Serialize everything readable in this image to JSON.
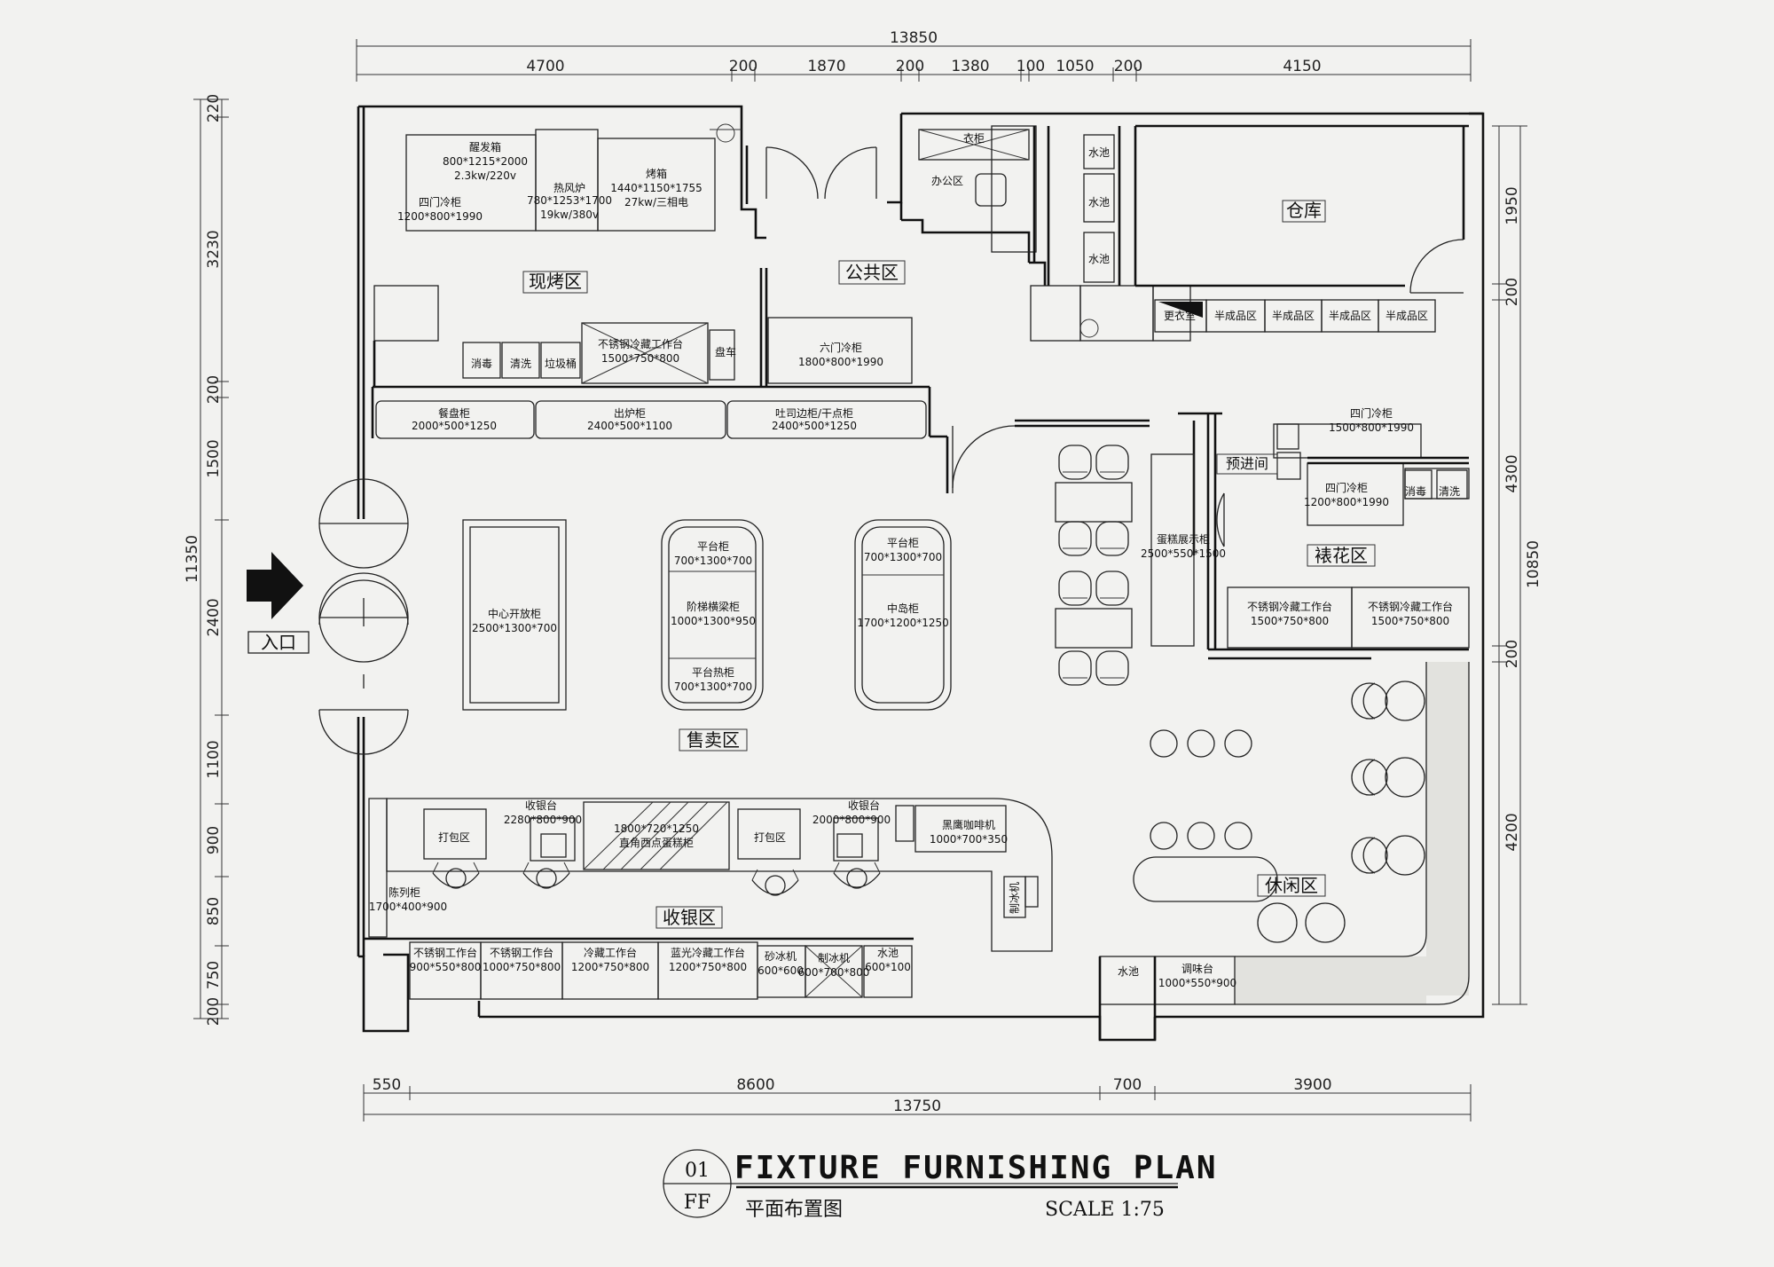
{
  "title": {
    "main": "FIXTURE FURNISHING PLAN",
    "sub": "平面布置图",
    "scale": "SCALE 1:75",
    "badge_top": "01",
    "badge_bottom": "FF"
  },
  "entrance": "入口",
  "zones": {
    "baking": "现烤区",
    "public": "公共区",
    "warehouse": "仓库",
    "sales": "售卖区",
    "cashier": "收银区",
    "decorating": "裱花区",
    "leisure": "休闲区",
    "prep_room": "预进间",
    "office": "办公区"
  },
  "dims_top": [
    "13850",
    "4700",
    "200",
    "1870",
    "200",
    "1380",
    "100",
    "1050",
    "200",
    "4150"
  ],
  "dims_bottom": [
    "550",
    "8600",
    "700",
    "3900",
    "13750"
  ],
  "dims_left": [
    "220",
    "3230",
    "200",
    "1500",
    "2400",
    "1100",
    "900",
    "850",
    "750",
    "200",
    "11350"
  ],
  "dims_right": [
    "1950",
    "200",
    "4300",
    "200",
    "4200",
    "10850"
  ],
  "fixtures": {
    "proofer": [
      "醒发箱",
      "800*1215*2000",
      "2.3kw/220v"
    ],
    "oven": [
      "烤箱",
      "1440*1150*1755",
      "27kw/三相电"
    ],
    "fridge4_baking": [
      "四门冷柜",
      "1200*800*1990"
    ],
    "convection": [
      "热风炉",
      "780*1253*1700",
      "19kw/380v"
    ],
    "disinfect_a": "消毒",
    "wash_a": "清洗",
    "trash": "垃圾桶",
    "ss_bench_baking": [
      "不锈钢冷藏工作台",
      "1500*750*800"
    ],
    "cart": "盘车",
    "fridge6": [
      "六门冷柜",
      "1800*800*1990"
    ],
    "tray_cabinet": [
      "餐盘柜",
      "2000*500*1250"
    ],
    "oven_out_cabinet": [
      "出炉柜",
      "2400*500*1100"
    ],
    "toast_cabinet": [
      "吐司边柜/干点柜",
      "2400*500*1250"
    ],
    "wardrobe": "衣柜",
    "sink1": "水池",
    "sink2": "水池",
    "sink3": "水池",
    "semi": [
      "半成品区",
      "半成品区",
      "半成品区",
      "半成品区"
    ],
    "fridge4_decor_a": [
      "四门冷柜",
      "1500*800*1990"
    ],
    "fridge4_decor_b": [
      "四门冷柜",
      "1200*800*1990"
    ],
    "disinfect_b": "消毒",
    "wash_b": "清洗",
    "cake_display": [
      "蛋糕展示柜",
      "2500*550*1500"
    ],
    "ss_bench_decor_a": [
      "不锈钢冷藏工作台",
      "1500*750*800"
    ],
    "ss_bench_decor_b": [
      "不锈钢冷藏工作台",
      "1500*750*800"
    ],
    "center_open": [
      "中心开放柜",
      "2500*1300*700"
    ],
    "platform_a": [
      "平台柜",
      "700*1300*700"
    ],
    "step_cabinet": [
      "阶梯横梁柜",
      "1000*1300*950"
    ],
    "platform_hot": [
      "平台热柜",
      "700*1300*700"
    ],
    "platform_b": [
      "平台柜",
      "700*1300*700"
    ],
    "island": [
      "中岛柜",
      "1700*1200*1250"
    ],
    "cashier_a": [
      "收银台",
      "2280*800*900"
    ],
    "cashier_b": [
      "收银台",
      "2000*800*900"
    ],
    "pack_a": "打包区",
    "pack_b": "打包区",
    "corner_cake": [
      "1800*720*1250",
      "直角西点蛋糕柜"
    ],
    "coffee": [
      "黑鹰咖啡机",
      "1000*700*350"
    ],
    "display_shelf": [
      "陈列柜",
      "1700*400*900"
    ],
    "ice_maker": "制冰机",
    "ss_bench_1": [
      "不锈钢工作台",
      "900*550*800"
    ],
    "ss_bench_2": [
      "不锈钢工作台",
      "1000*750*800"
    ],
    "cold_bench": [
      "冷藏工作台",
      "1200*750*800"
    ],
    "blue_bench": [
      "蓝光冷藏工作台",
      "1200*750*800"
    ],
    "ice_machine": [
      "砂冰机",
      "600*600"
    ],
    "freezer": [
      "制冰机",
      "600*700*800"
    ],
    "sink_c": [
      "水池",
      "600*100"
    ],
    "sink_d": "水池",
    "condiment": [
      "调味台",
      "1000*550*900"
    ],
    "preinto": "更衣室"
  }
}
